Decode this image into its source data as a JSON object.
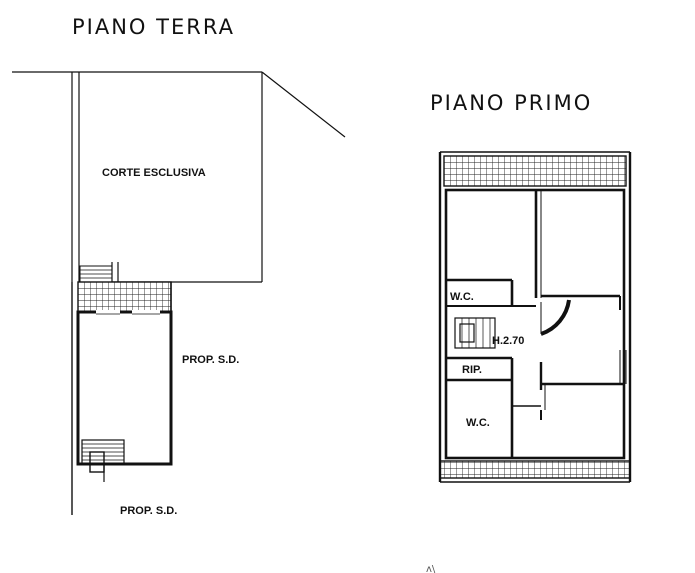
{
  "ground_floor": {
    "title": "PIANO TERRA",
    "court_label": "CORTE ESCLUSIVA",
    "side_label": "PROP. S.D.",
    "bottom_label": "PROP. S.D."
  },
  "first_floor": {
    "title": "PIANO PRIMO",
    "wc_upper_label": "W.C.",
    "height_label": "H.2.70",
    "storage_label": "RIP.",
    "wc_lower_label": "W.C."
  },
  "stray_mark": "ʌ\\"
}
